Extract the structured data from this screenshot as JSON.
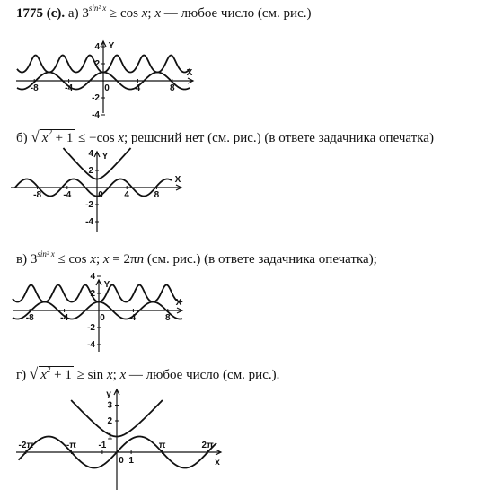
{
  "problem": {
    "number": "1775 (с).",
    "a": {
      "label": "а)",
      "base": "3",
      "exp": "sin² x",
      "rel": "≥ cos",
      "x": "x",
      "sep": ";",
      "answer": "— любое число (см. рис.)"
    },
    "b": {
      "label": "б)",
      "rad_x": "x",
      "rad_exp": "2",
      "rad_rest": " + 1",
      "rel": "≤ −cos",
      "x": "x",
      "answer": "; решсний нет (см. рис.) (в ответе задачника опечатка)"
    },
    "c": {
      "label": "в)",
      "base": "3",
      "exp": "sin² x",
      "rel": "≤ cos",
      "x": "x",
      "eq_x": "x",
      "eq": "= 2π",
      "eq_n": "n",
      "answer": "(см. рис.) (в ответе задачника опечатка);"
    },
    "d": {
      "label": "г)",
      "rad_x": "x",
      "rad_exp": "2",
      "rad_rest": " + 1",
      "rel": "≥ sin",
      "x": "x",
      "sep": ";",
      "answer": "— любое число (см. рис.)."
    }
  },
  "graphs": [
    {
      "id": "a",
      "x_axis_label": "X",
      "y_axis_label": "Y",
      "x_ticks": [
        "-8",
        "-4",
        "0",
        "4",
        "8"
      ],
      "y_ticks": [
        "4",
        "2",
        "-2",
        "-4"
      ],
      "curves": [
        "3^(sin^2 x)",
        "cos x"
      ]
    },
    {
      "id": "b",
      "x_axis_label": "X",
      "y_axis_label": "Y",
      "x_ticks": [
        "-8",
        "-4",
        "0",
        "4",
        "8"
      ],
      "y_ticks": [
        "4",
        "2",
        "-2",
        "-4"
      ],
      "curves": [
        "sqrt(x^2+1)",
        "-cos x"
      ]
    },
    {
      "id": "c",
      "x_axis_label": "X",
      "y_axis_label": "Y",
      "x_ticks": [
        "-8",
        "-4",
        "0",
        "4",
        "8"
      ],
      "y_ticks": [
        "4",
        "2",
        "-2",
        "-4"
      ],
      "curves": [
        "3^(sin^2 x)",
        "cos x"
      ]
    },
    {
      "id": "d",
      "x_axis_label": "x",
      "y_axis_label": "y",
      "x_ticks": [
        "-2π",
        "-π",
        "-1",
        "0",
        "1",
        "π",
        "2π"
      ],
      "y_ticks": [
        "3",
        "2",
        "1"
      ],
      "curves": [
        "sqrt(x^2+1)",
        "sin x"
      ]
    }
  ]
}
